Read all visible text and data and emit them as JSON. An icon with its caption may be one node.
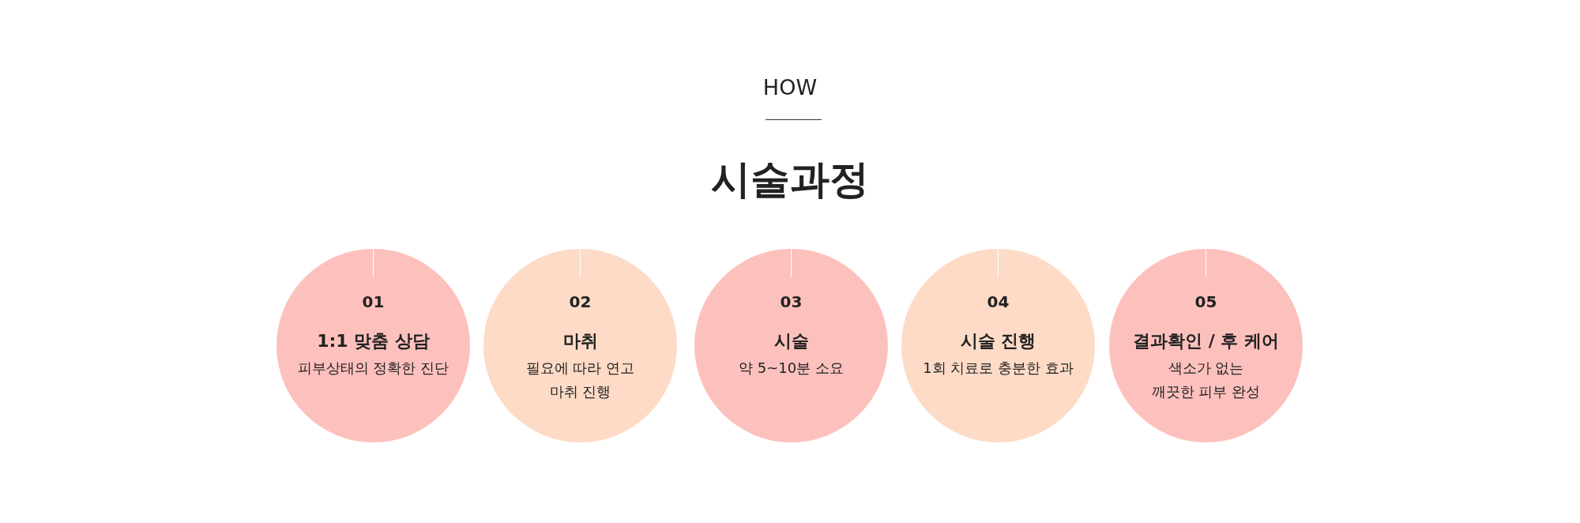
{
  "diagram": {
    "title": "시술과정",
    "nodes": [
      {
        "text": [
          "01",
          "1:1 맞춤 상담",
          "피부상태의 정확한 진단"
        ]
      },
      {
        "text": [
          "02",
          "마취",
          "필요에 따라 연고 마취 진행"
        ]
      },
      {
        "text": [
          "03",
          "시술",
          "약 5~10분 소요"
        ]
      },
      {
        "text": [
          "04",
          "시술 진행",
          "1회 치료로 충분한 효과"
        ]
      },
      {
        "text": [
          "05",
          "결과확인 / 후 케어",
          "색소가 없는 깨끗한 피부 완성"
        ]
      }
    ],
    "labels": [
      "HOW"
    ]
  }
}
